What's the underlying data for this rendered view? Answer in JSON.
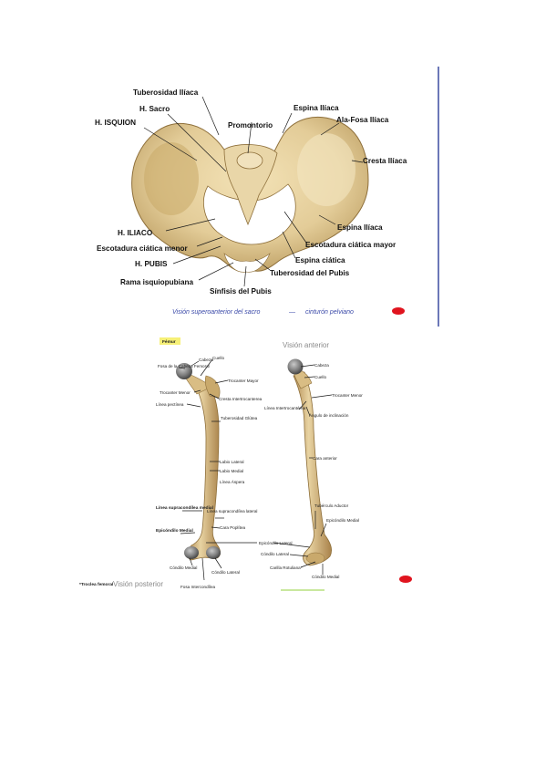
{
  "pelvis": {
    "labels": {
      "tuberosidad_iliaca": "Tuberosidad Ilíaca",
      "h_sacro": "H. Sacro",
      "h_isquion": "H. ISQUION",
      "promontorio": "Promontorio",
      "espina_iliaca_top": "Espina Ilíaca",
      "ala_fosa_iliaca": "Ala-Fosa Ilíaca",
      "cresta_iliaca": "Cresta Ilíaca",
      "espina_iliaca_lower": "Espina Ilíaca",
      "h_iliaco": "H. ILIACO",
      "escotadura_menor": "Escotadura ciática menor",
      "escotadura_mayor": "Escotadura ciática mayor",
      "h_pubis": "H. PUBIS",
      "espina_ciatica": "Espina ciática",
      "tuberosidad_pubis": "Tuberosidad del Pubis",
      "rama_isquiopubiana": "Rama isquiopubiana",
      "sinfisis_pubis": "Sínfisis del Pubis"
    },
    "caption_left": "Visión superoanterior del sacro",
    "caption_dash": "—",
    "caption_right": "cinturón pelviano"
  },
  "femur": {
    "badge": "Fémur",
    "view_anterior": "Visión anterior",
    "view_posterior": "Visión posterior",
    "footnote": "*Troclea femoral",
    "posterior_labels": {
      "fosa_cabeza": "Fosa de la Cabeza Femoral",
      "cabeza": "Cabeza",
      "cuello": "Cuello",
      "trocanter_mayor": "Trocanter Mayor",
      "trocanter_menor": "Trocanter Menor",
      "cresta_intertrocanterea": "Cresta Intertrocanterea",
      "linea_pectinea": "Línea pectínea",
      "tuberosidad_glutea": "Tuberosidad Glútea",
      "labio_lateral": "Labio Lateral",
      "labio_medial": "Labio Medial",
      "linea_aspera": "Línea Áspera",
      "linea_supracondilea_medial": "Línea supracondílea medial",
      "linea_supracondilea_lateral": "Línea supracondílea lateral",
      "cara_poplitea": "Cara Poplítea",
      "epicondilo_medial": "Epicóndilo Medial",
      "condilo_medial": "Cóndilo Medial",
      "condilo_lateral": "Cóndilo Lateral",
      "fosa_intercondilea": "Fosa Intercondílea"
    },
    "anterior_labels": {
      "cabeza": "Cabeza",
      "cuello": "Cuello",
      "trocanter_menor": "Trocanter Menor",
      "linea_intertrocanterea": "Línea Intertrocantérea",
      "angulo_inclinacion": "Ángulo de inclinación",
      "cara_anterior": "Cara anterior",
      "tuberculo_aductor": "Tubérculo Aductor",
      "epicondilo_medial": "Epicóndilo Medial",
      "epicondilo_lateral": "Epicóndilo Lateral",
      "condilo_lateral": "Cóndilo Lateral",
      "carilla_rotuliana": "Carilla Rotuliana*",
      "condilo_medial": "Cóndilo Medial"
    }
  },
  "colors": {
    "bone": "#e3cc98",
    "bone_shadow": "#b99a5e",
    "bone_dark": "#8e6f3a",
    "caption_blue": "#3a49a8",
    "red_dot": "#e0141e",
    "divider_blue": "#2d3f9a",
    "badge_yellow": "#f6f077",
    "green_line": "#b7e07e"
  }
}
